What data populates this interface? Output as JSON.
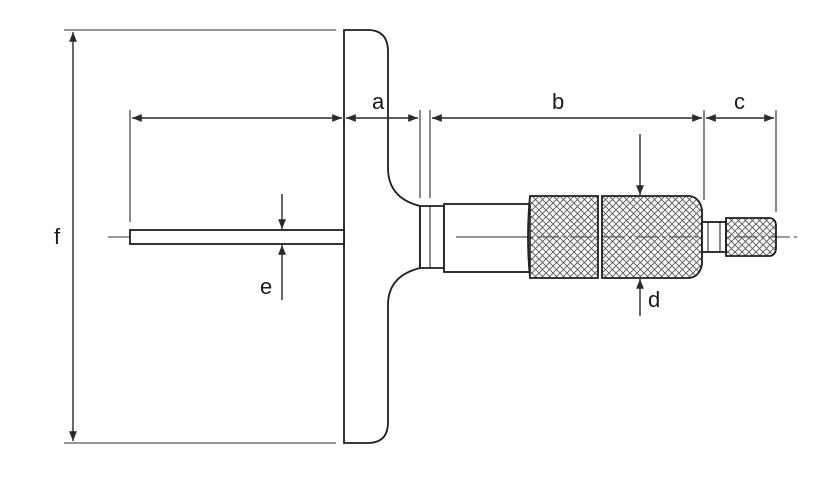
{
  "dimension_labels": {
    "a": "a",
    "b": "b",
    "c": "c",
    "d": "d",
    "e": "e",
    "f": "f"
  },
  "colors": {
    "line": "#2a2a2a",
    "knurl": "#555555",
    "background": "#ffffff"
  }
}
